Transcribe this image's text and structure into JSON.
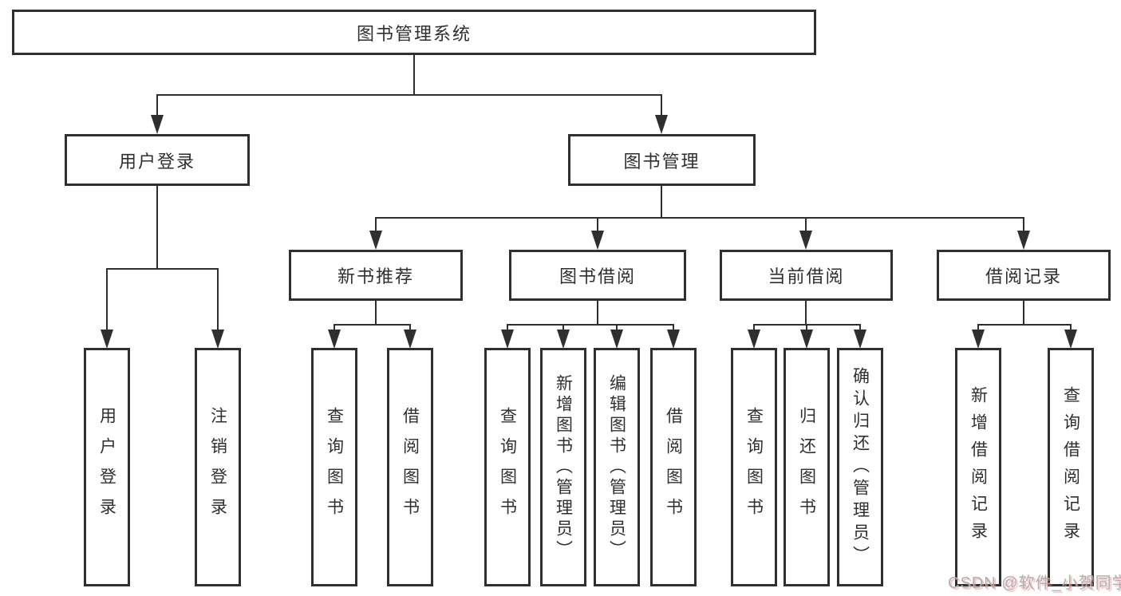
{
  "diagram": {
    "root": {
      "label": "图书管理系统"
    },
    "level2": [
      {
        "label": "用户登录",
        "children": [
          "用户登录",
          "注销登录"
        ]
      },
      {
        "label": "图书管理",
        "children": [
          {
            "label": "新书推荐",
            "children": [
              "查询图书",
              "借阅图书"
            ]
          },
          {
            "label": "图书借阅",
            "children": [
              "查询图书",
              "新增图书（管理员）",
              "编辑图书（管理员）",
              "借阅图书"
            ]
          },
          {
            "label": "当前借阅",
            "children": [
              "查询图书",
              "归还图书",
              "确认归还（管理员）"
            ]
          },
          {
            "label": "借阅记录",
            "children": [
              "新增借阅记录",
              "查询借阅记录"
            ]
          }
        ]
      }
    ]
  },
  "watermark": {
    "text": "CSDN @软件_小贺同学"
  },
  "colors": {
    "line": "#2f2f2f",
    "watermark_gray": "#b0b0b0",
    "watermark_shadow": "#ee9696"
  }
}
